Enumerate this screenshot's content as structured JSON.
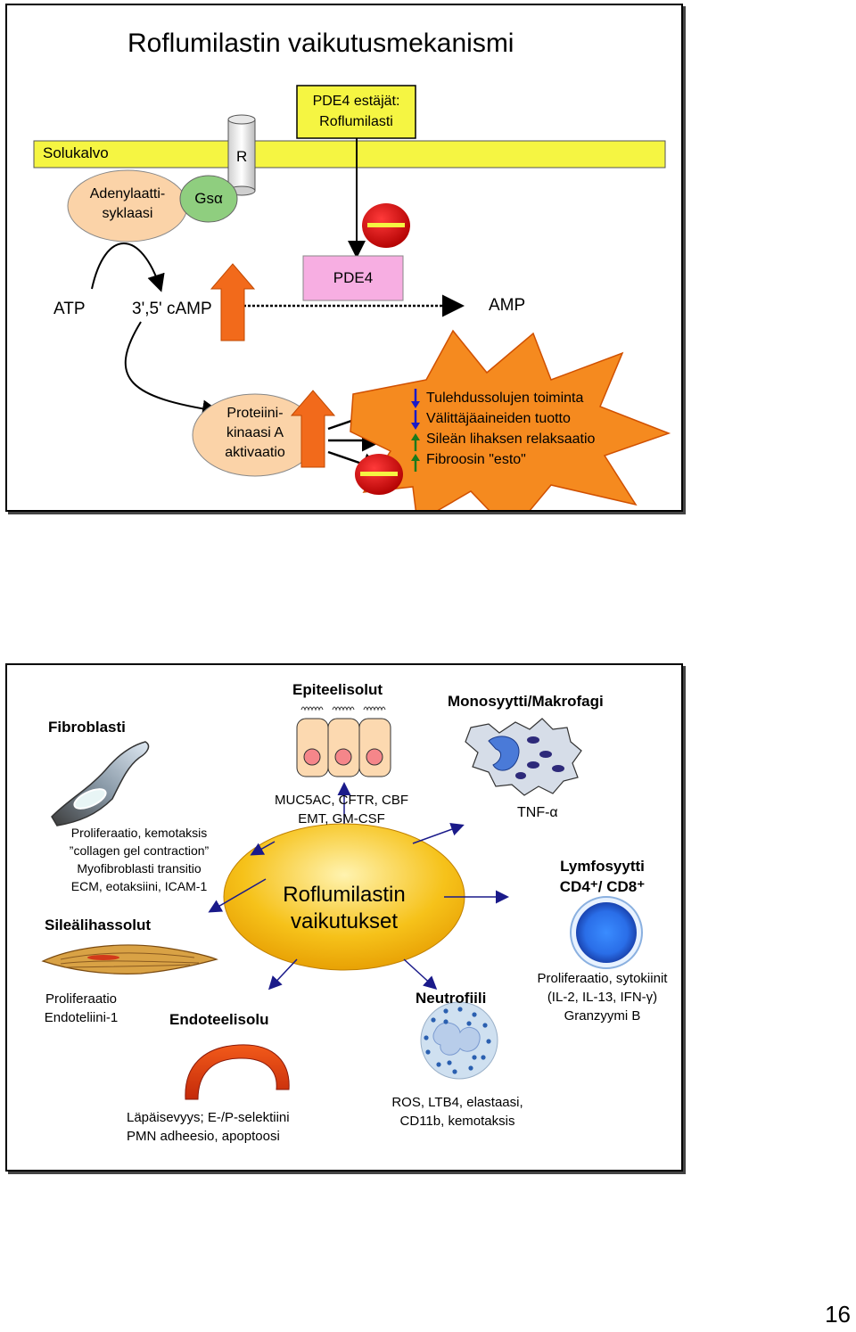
{
  "slide1": {
    "title": "Roflumilastin vaikutusmekanismi",
    "solukalvo": "Solukalvo",
    "receptor": "R",
    "pde4_inhibitor_line1": "PDE4 estäjät:",
    "pde4_inhibitor_line2": "Roflumilasti",
    "adenylate_line1": "Adenylaatti-",
    "adenylate_line2": "syklaasi",
    "gs_alpha": "Gsα",
    "pde4": "PDE4",
    "atp": "ATP",
    "camp": "3',5' cAMP",
    "amp": "AMP",
    "pka_line1": "Proteiini-",
    "pka_line2": "kinaasi A",
    "pka_line3": "aktivaatio",
    "effects": [
      {
        "text": "Tulehdussolujen toiminta",
        "direction": "down"
      },
      {
        "text": "Välittäjäaineiden tuotto",
        "direction": "down"
      },
      {
        "text": "Sileän lihaksen relaksaatio",
        "direction": "up"
      },
      {
        "text": "Fibroosin \"esto\"",
        "direction": "up"
      }
    ]
  },
  "slide2": {
    "fibroblasti": "Fibroblasti",
    "epiteelisolut": "Epiteelisolut",
    "monosyytti": "Monosyytti/Makrofagi",
    "fibro_effects": [
      "Proliferaatio, kemotaksis",
      "”collagen gel contraction”",
      "Myofibroblasti transitio",
      "ECM, eotaksiini, ICAM-1"
    ],
    "epi_effects": [
      "MUC5AC, CFTR, CBF",
      "EMT, GM-CSF"
    ],
    "tnf": "TNF-α",
    "lymfosyytti": "Lymfosyytti",
    "cd": "CD4⁺/ CD8⁺",
    "center_line1": "Roflumilastin",
    "center_line2": "vaikutukset",
    "smooth_muscle": "Sileälihassolut",
    "sm_effects": [
      "Proliferaatio",
      "Endoteliini-1"
    ],
    "endoteelisolu": "Endoteelisolu",
    "neutrofiili": "Neutrofiili",
    "lymph_effects": [
      "Proliferaatio, sytokiinit",
      "(IL-2, IL-13, IFN-γ)",
      "Granzyymi B"
    ],
    "endo_effects": [
      "Läpäisevyys; E-/P-selektiini",
      "PMN adheesio, apoptoosi"
    ],
    "neutro_effects": [
      "ROS, LTB4, elastaasi,",
      "CD11b, kemotaksis"
    ]
  },
  "page_number": "16",
  "colors": {
    "yellow": "#f5f542",
    "orange_box": "#fbd3a8",
    "green_box": "#8fce7f",
    "pink_box": "#f7aee2",
    "red_minus": "#d70000",
    "arrow_orange": "#f26a1b",
    "star_orange": "#f58a1f",
    "center_gold": "#f6c21a"
  }
}
